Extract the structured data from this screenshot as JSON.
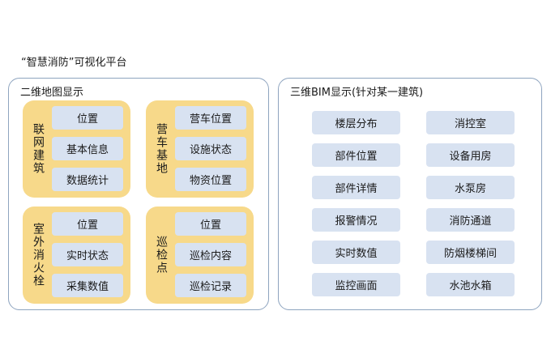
{
  "title": "“智慧消防”可视化平台",
  "panel_2d": {
    "title": "二维地图显示",
    "groups": [
      {
        "name": "联网建筑",
        "items": [
          "位置",
          "基本信息",
          "数据统计"
        ]
      },
      {
        "name": "营车基地",
        "items": [
          "营车位置",
          "设施状态",
          "物资位置"
        ]
      },
      {
        "name": "室外消火栓",
        "items": [
          "位置",
          "实时状态",
          "采集数值"
        ]
      },
      {
        "name": "巡检点",
        "items": [
          "位置",
          "巡检内容",
          "巡检记录"
        ]
      }
    ]
  },
  "panel_3d": {
    "title": "三维BIM显示(针对某一建筑)",
    "left_items": [
      "楼层分布",
      "部件位置",
      "部件详情",
      "报警情况",
      "实时数值",
      "监控画面"
    ],
    "right_items": [
      "消控室",
      "设备用房",
      "水泵房",
      "消防通道",
      "防烟楼梯间",
      "水池水箱"
    ]
  }
}
